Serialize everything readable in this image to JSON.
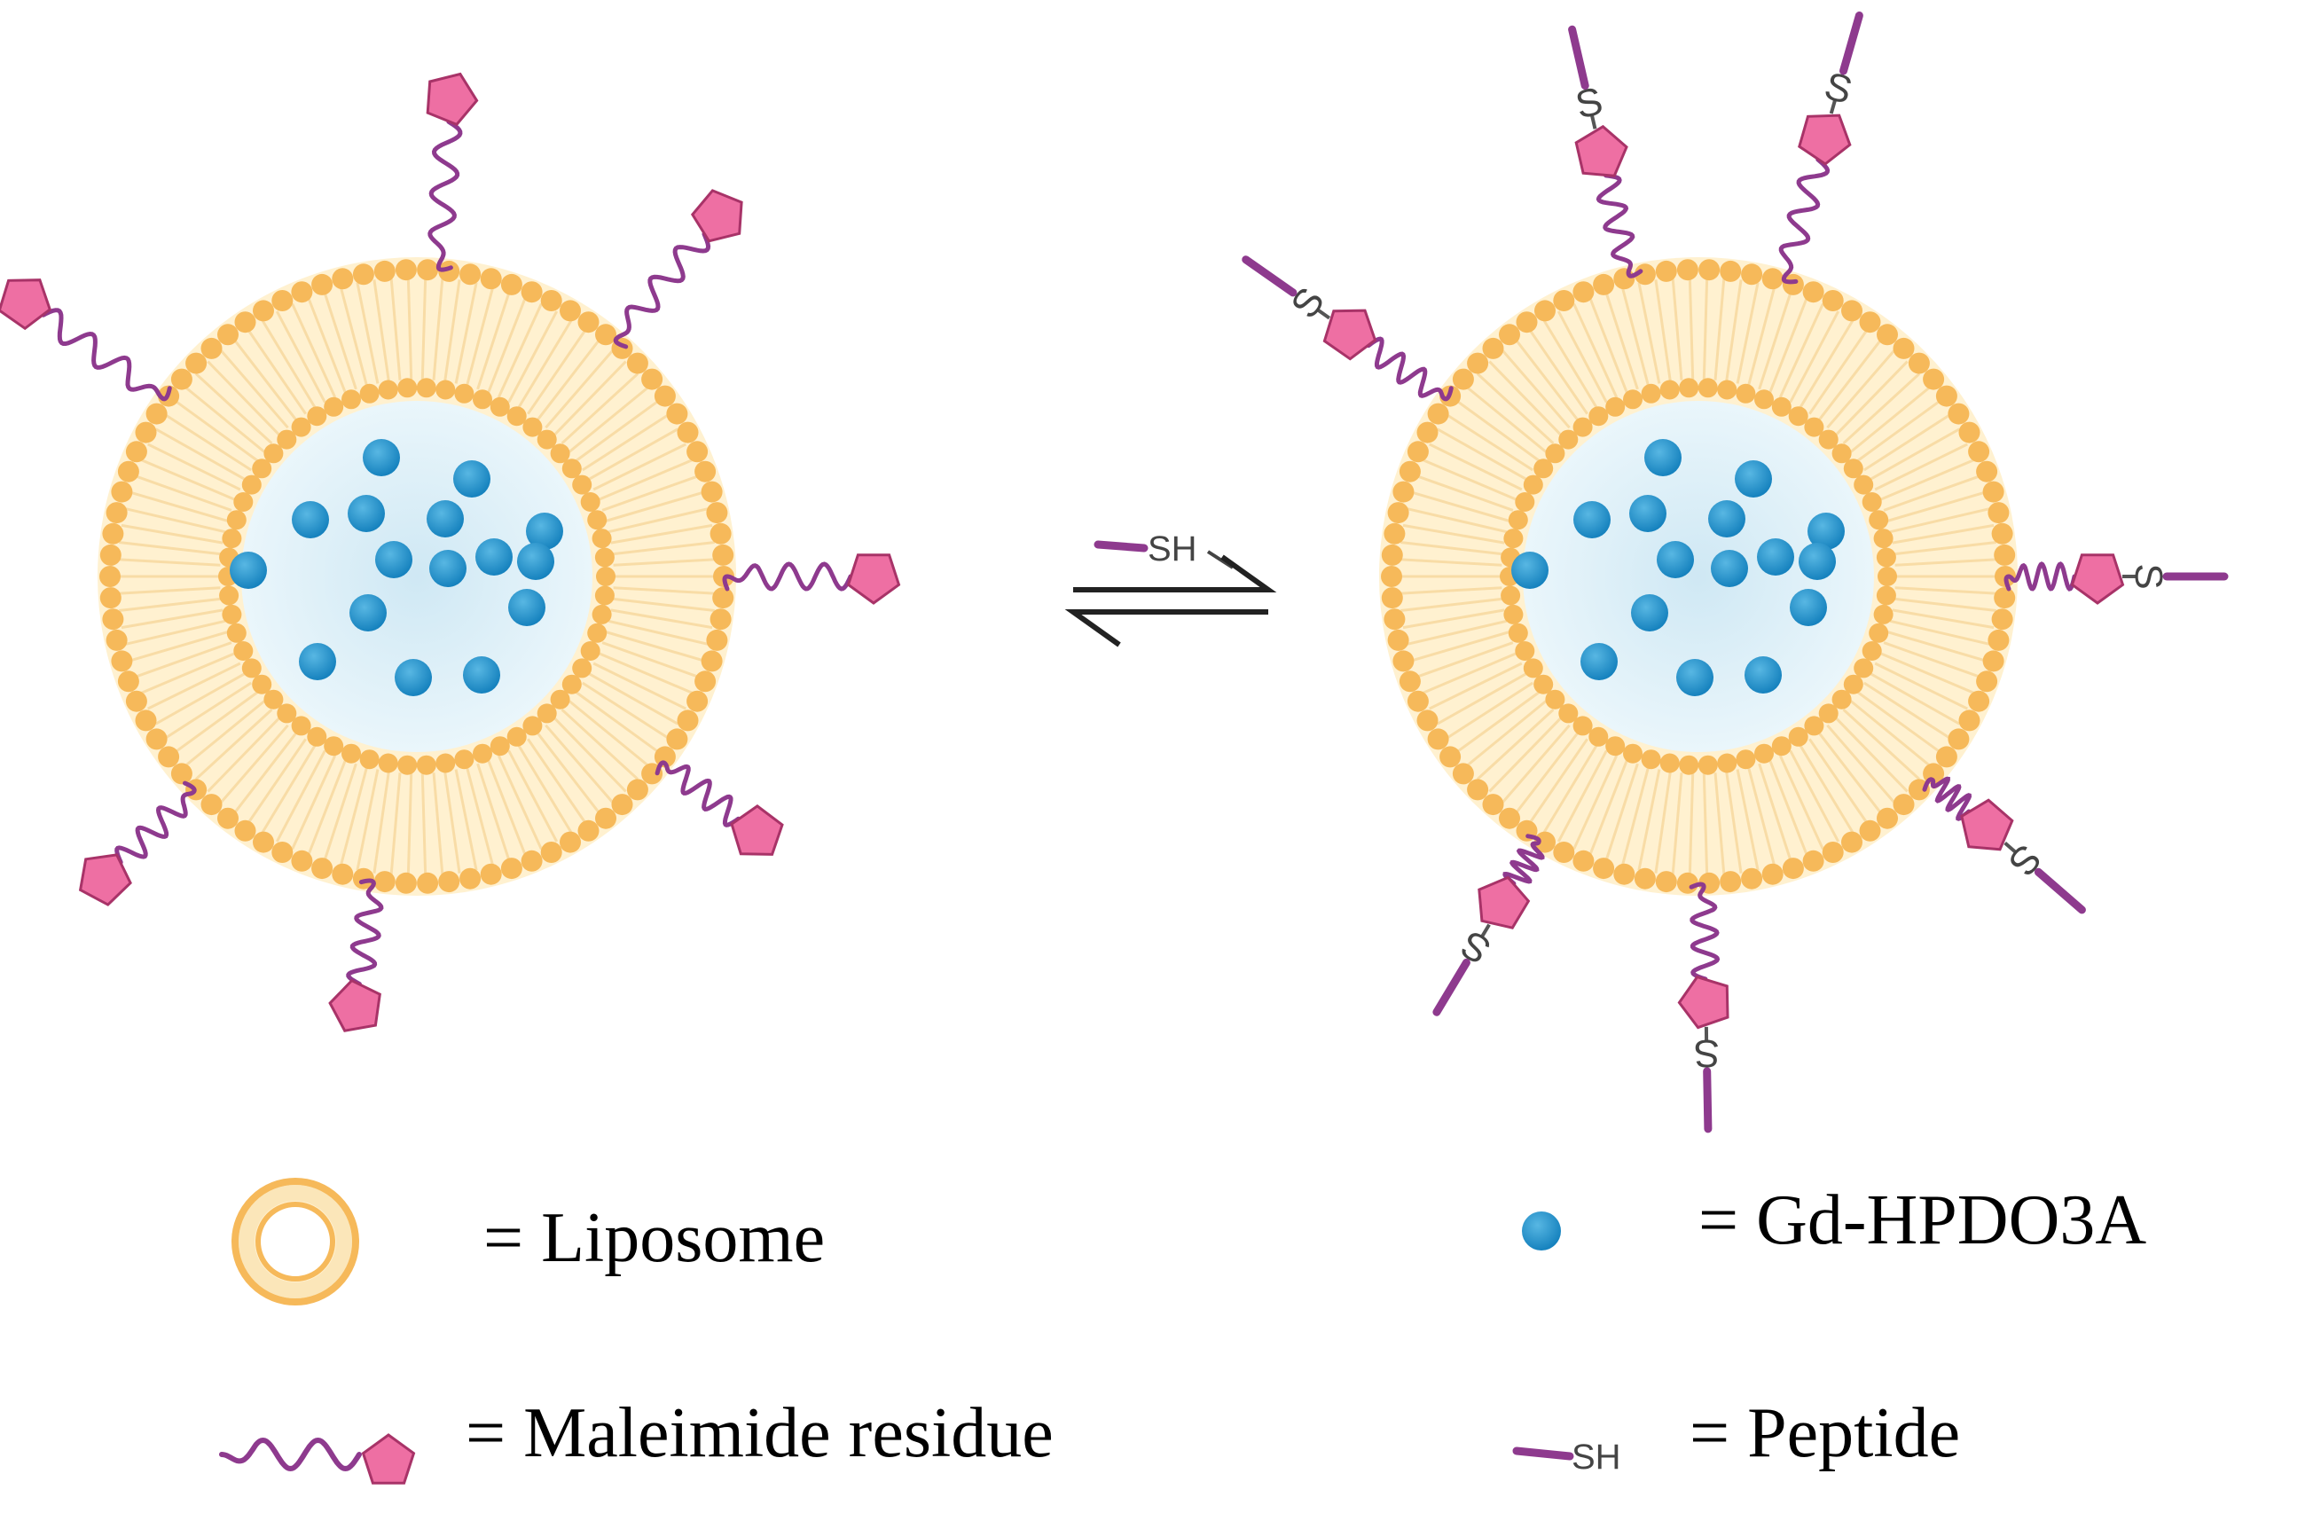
{
  "diagram": {
    "colors": {
      "lipid_head": "#F6B95A",
      "bilayer_fill": "#FFF1D0",
      "tail": "#F8DCA6",
      "core": "#D9EEF7",
      "core_edge": "#EAF6FB",
      "gd": "#1A8FC7",
      "gd_highlight": "#58B7E3",
      "maleimide": "#EE6FA3",
      "maleimide_stroke": "#A83368",
      "linker": "#8E3A8E",
      "peptide": "#8E3A8E",
      "arrow": "#222222"
    },
    "reagent_label": "SH",
    "sulfur_label": "S"
  },
  "legend": {
    "liposome_label": "= Liposome",
    "gd_label": "= Gd-HPDO3A",
    "maleimide_label": "= Maleimide residue",
    "peptide_label": "= Peptide",
    "peptide_icon_label": "SH"
  }
}
